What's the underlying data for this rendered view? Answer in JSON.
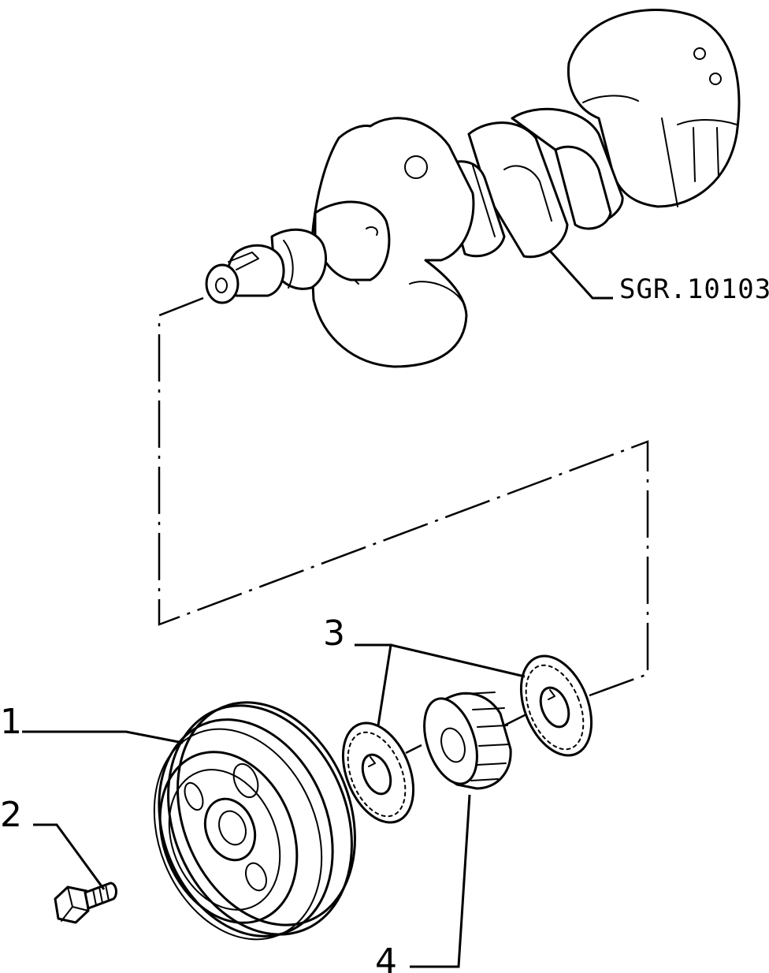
{
  "reference_code": "SGR.10103",
  "callouts": [
    {
      "number": "1",
      "part": "pulley"
    },
    {
      "number": "2",
      "part": "bolt"
    },
    {
      "number": "3",
      "part": "washer"
    },
    {
      "number": "4",
      "part": "timing-gear"
    }
  ]
}
